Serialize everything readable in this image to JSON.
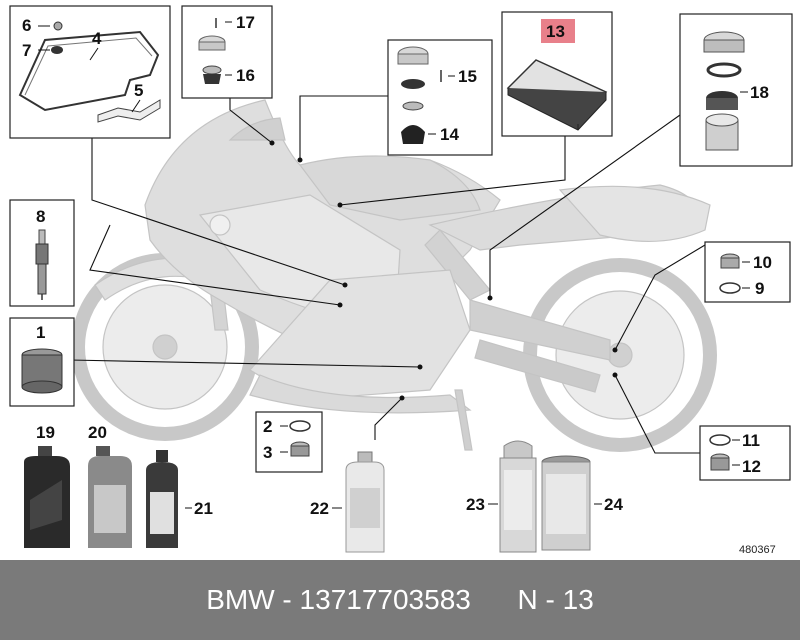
{
  "diagram_id": "480367",
  "footer": {
    "brand": "BMW",
    "separator": " - ",
    "part_number": "13717703583",
    "gap": "      ",
    "position_label": "N - 13"
  },
  "highlighted_part": "13",
  "callouts": [
    "1",
    "2",
    "3",
    "4",
    "5",
    "6",
    "7",
    "8",
    "9",
    "10",
    "11",
    "12",
    "13",
    "14",
    "15",
    "16",
    "17",
    "18",
    "19",
    "20",
    "21",
    "22",
    "23",
    "24"
  ],
  "colors": {
    "highlight": "#e8808a",
    "footer_bg": "#7a7a7a",
    "frame": "#222222",
    "ghost": "#d6d6d6"
  }
}
